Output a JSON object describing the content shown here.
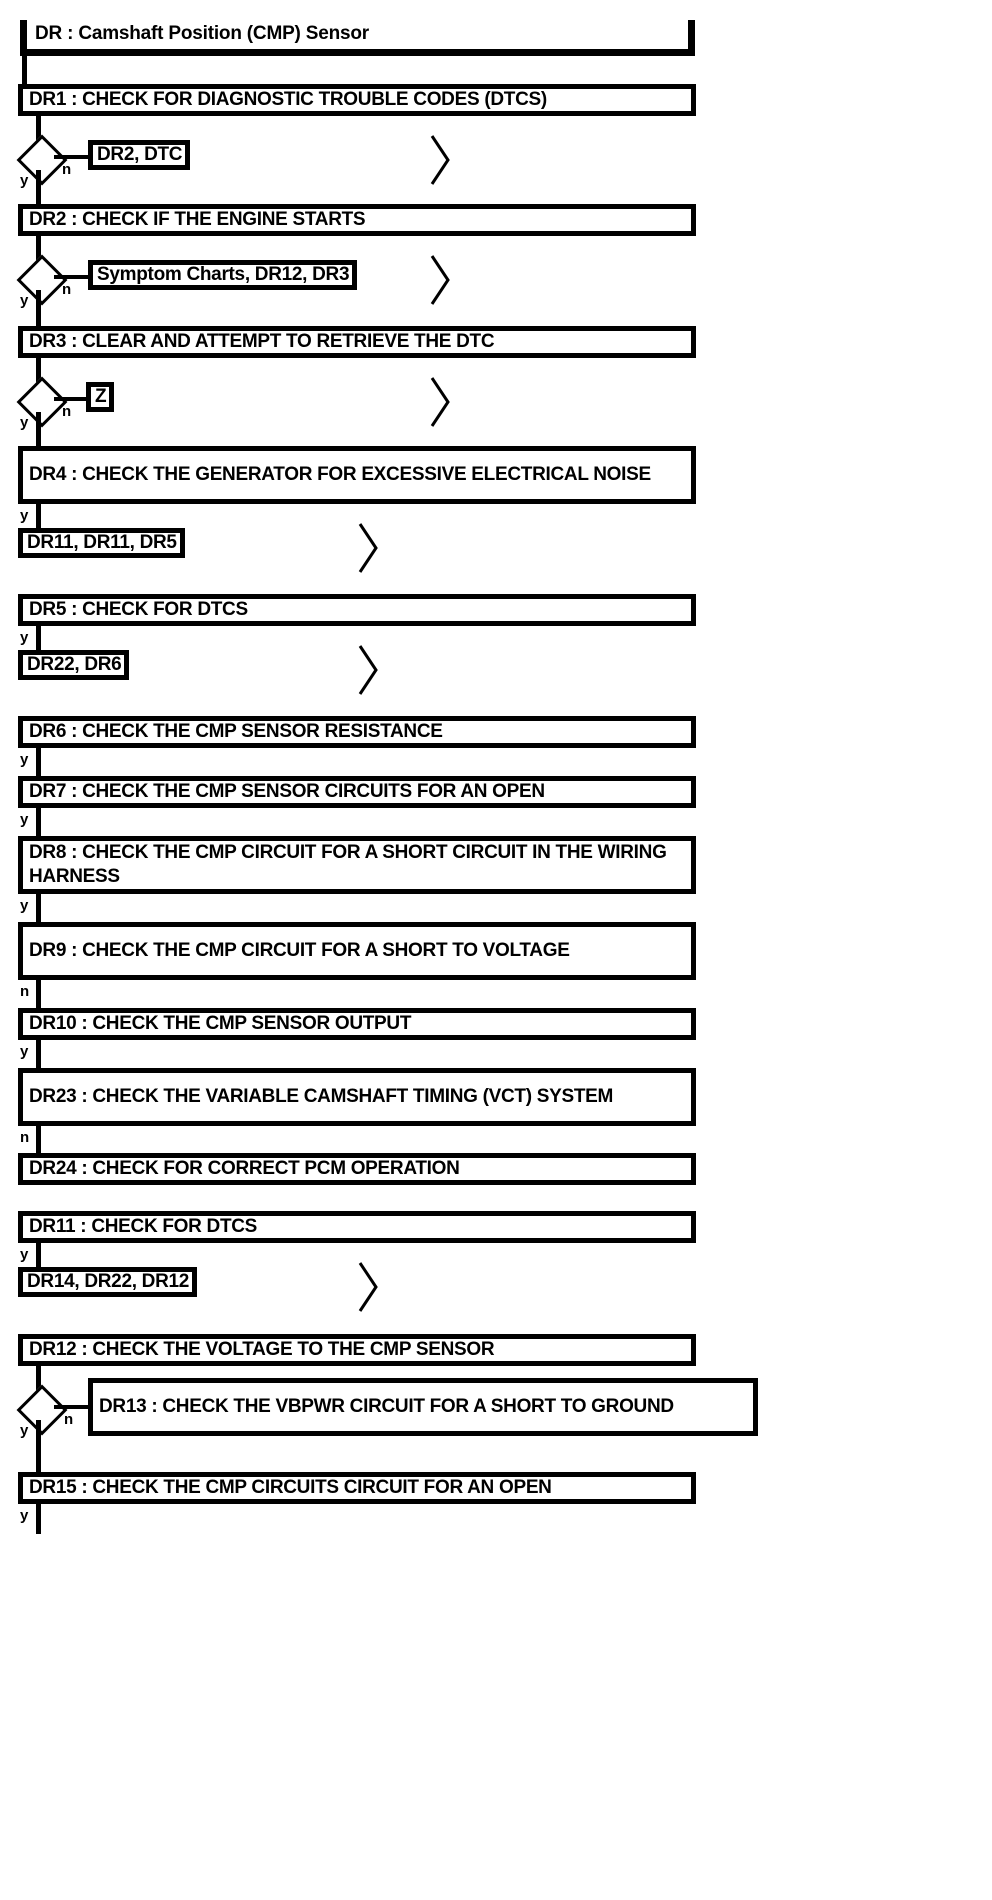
{
  "diagram": {
    "type": "flowchart",
    "title": "DR : Camshaft Position (CMP) Sensor",
    "orientation": "vertical",
    "line_color": "#000000",
    "background_color": "#ffffff"
  },
  "nodes": {
    "title": "DR : Camshaft Position (CMP) Sensor",
    "dr1": "DR1 : CHECK FOR DIAGNOSTIC TROUBLE CODES (DTCS)",
    "ref_dr2_dtc": "DR2, DTC",
    "dr2": "DR2 : CHECK IF THE ENGINE STARTS",
    "ref_symptom": "Symptom Charts, DR12, DR3",
    "dr3": "DR3 : CLEAR AND ATTEMPT TO RETRIEVE THE DTC",
    "ref_z": "Z",
    "dr4": "DR4 : CHECK THE GENERATOR FOR EXCESSIVE ELECTRICAL NOISE",
    "ref_dr11_dr11_dr5": "DR11, DR11, DR5",
    "dr5": "DR5 : CHECK FOR DTCS",
    "ref_dr22_dr6": "DR22, DR6",
    "dr6": "DR6 : CHECK THE CMP SENSOR RESISTANCE",
    "dr7": "DR7 : CHECK THE CMP SENSOR CIRCUITS FOR AN OPEN",
    "dr8": "DR8 : CHECK THE CMP CIRCUIT FOR A SHORT CIRCUIT IN THE WIRING HARNESS",
    "dr9": "DR9 : CHECK THE CMP CIRCUIT FOR A SHORT TO VOLTAGE",
    "dr10": "DR10 : CHECK THE CMP SENSOR OUTPUT",
    "dr23": "DR23 : CHECK THE VARIABLE CAMSHAFT TIMING (VCT) SYSTEM",
    "dr24": "DR24 : CHECK FOR CORRECT PCM OPERATION",
    "dr11": "DR11 : CHECK FOR DTCS",
    "ref_dr14_dr22_dr12": "DR14, DR22, DR12",
    "dr12": "DR12 : CHECK THE VOLTAGE TO THE CMP SENSOR",
    "dr13": "DR13 : CHECK THE VBPWR CIRCUIT FOR A SHORT TO GROUND",
    "dr15": "DR15 : CHECK THE CMP CIRCUITS CIRCUIT FOR AN OPEN"
  },
  "branch_labels": {
    "yes": "y",
    "no": "n"
  },
  "edges": [
    {
      "from": "title",
      "to": "dr1",
      "label": ""
    },
    {
      "from": "dr1",
      "to": "ref_dr2_dtc",
      "label": "n"
    },
    {
      "from": "dr1",
      "to": "dr2",
      "label": "y"
    },
    {
      "from": "dr2",
      "to": "ref_symptom",
      "label": "n"
    },
    {
      "from": "dr2",
      "to": "dr3",
      "label": "y"
    },
    {
      "from": "dr3",
      "to": "ref_z",
      "label": "n"
    },
    {
      "from": "dr3",
      "to": "dr4",
      "label": "y"
    },
    {
      "from": "dr4",
      "to": "ref_dr11_dr11_dr5",
      "label": "y"
    },
    {
      "from": "dr5",
      "to": "ref_dr22_dr6",
      "label": "y"
    },
    {
      "from": "dr6",
      "to": "dr7",
      "label": "y"
    },
    {
      "from": "dr7",
      "to": "dr8",
      "label": "y"
    },
    {
      "from": "dr8",
      "to": "dr9",
      "label": "y"
    },
    {
      "from": "dr9",
      "to": "dr10",
      "label": "n"
    },
    {
      "from": "dr10",
      "to": "dr23",
      "label": "y"
    },
    {
      "from": "dr23",
      "to": "dr24",
      "label": "n"
    },
    {
      "from": "dr11",
      "to": "ref_dr14_dr22_dr12",
      "label": "y"
    },
    {
      "from": "dr12",
      "to": "dr13",
      "label": "n"
    },
    {
      "from": "dr12",
      "to": "dr15",
      "label": "y"
    },
    {
      "from": "dr15",
      "to": "",
      "label": "y"
    }
  ]
}
